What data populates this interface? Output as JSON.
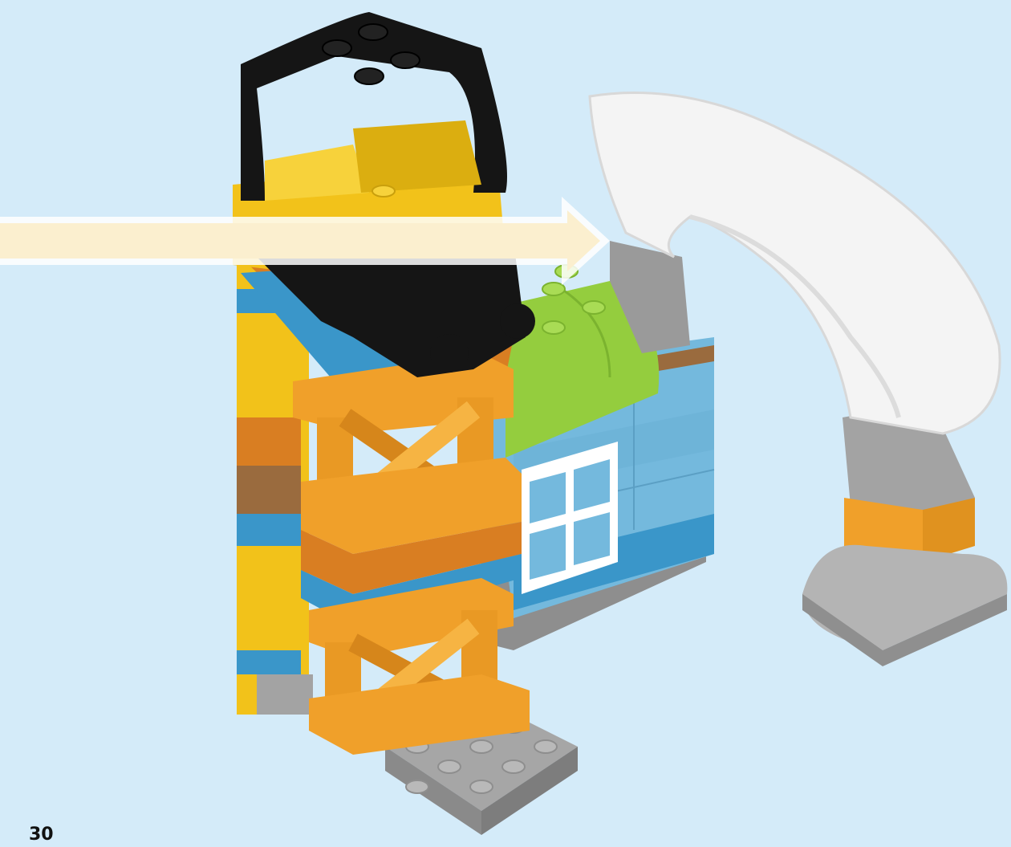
{
  "page": {
    "page_number": "30",
    "background_color": "#d4ebf9"
  },
  "illustration": {
    "subject": "building-block-construction-model",
    "parts": [
      "tower",
      "crane-cab",
      "lattice-girders",
      "wall-with-window",
      "green-curved-brick",
      "gray-base-plate",
      "white-arch"
    ],
    "colors": {
      "yellow": "#f2c21a",
      "orange": "#f0a02a",
      "dark-orange": "#d97e22",
      "blue": "#3a96c9",
      "light-blue": "#74b9dd",
      "black": "#151515",
      "lime": "#94cd3e",
      "gray": "#a3a3a3",
      "white": "#f4f4f4",
      "brown": "#9a6b3e"
    }
  },
  "arrow": {
    "direction": "right",
    "color": "#fbefcf"
  }
}
